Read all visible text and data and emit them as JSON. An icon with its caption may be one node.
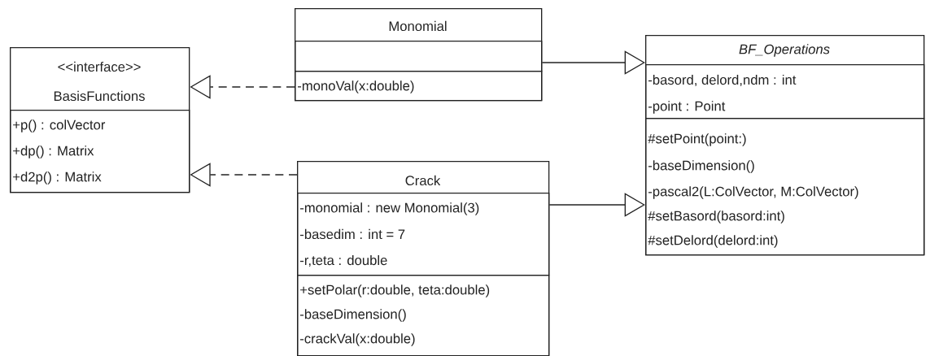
{
  "diagram": {
    "nodes": [
      {
        "text": [
          "<<interface>>",
          "BasisFunctions"
        ]
      },
      {
        "text": [
          "+p() : colVector",
          "+dp() : Matrix",
          "+d2p() : Matrix"
        ],
        "in": 0
      },
      {
        "text": [
          "Monomial"
        ]
      },
      {
        "text": [],
        "shape": "box",
        "in": 2
      },
      {
        "text": [
          "-monoVal(x:double)"
        ],
        "in": 2
      },
      {
        "text": [
          "BF_Operations"
        ]
      },
      {
        "text": [
          "-basord, delord,ndm : int",
          "-point : Point"
        ],
        "in": 5
      },
      {
        "text": [
          "#setPoint(point:)",
          "-baseDimension()",
          "-pascal2(L:ColVector, M:ColVector)",
          "#setBasord(basord:int)",
          "#setDelord(delord:int)"
        ],
        "in": 5
      },
      {
        "text": [
          "Crack"
        ]
      },
      {
        "text": [
          "-monomial : new Monomial(3)",
          "-basedim : int = 7",
          "-r,teta : double"
        ],
        "in": 8
      },
      {
        "text": [
          "+setPolar(r:double, teta:double)",
          "-baseDimension()",
          "-crackVal(x:double)"
        ],
        "in": 8
      }
    ],
    "edges": [
      {
        "from": 2,
        "to": 0,
        "arrow": "to",
        "style": "dashed"
      },
      {
        "from": 2,
        "to": 5,
        "arrow": "to"
      },
      {
        "from": 8,
        "to": 0,
        "arrow": "to",
        "style": "dashed"
      },
      {
        "from": 8,
        "to": 5,
        "arrow": "to"
      }
    ]
  }
}
